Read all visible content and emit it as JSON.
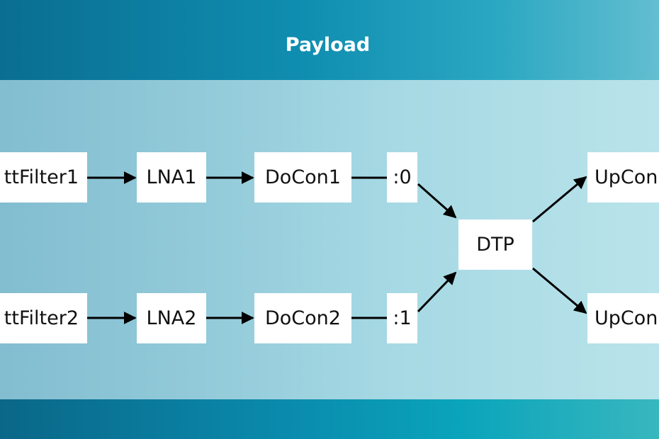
{
  "title": "Payload",
  "nodes": {
    "filter1": "ttFilter1",
    "lna1": "LNA1",
    "docon1": "DoCon1",
    "port0": ":0",
    "filter2": "ttFilter2",
    "lna2": "LNA2",
    "docon2": "DoCon2",
    "port1": ":1",
    "dtp": "DTP",
    "upcon1": "UpCon",
    "upcon2": "UpCon"
  },
  "colors": {
    "header": "#0f8db0",
    "content": "#a6d9e4",
    "footer": "#0a8cae",
    "node_fill": "#ffffff",
    "edge": "#000000"
  }
}
